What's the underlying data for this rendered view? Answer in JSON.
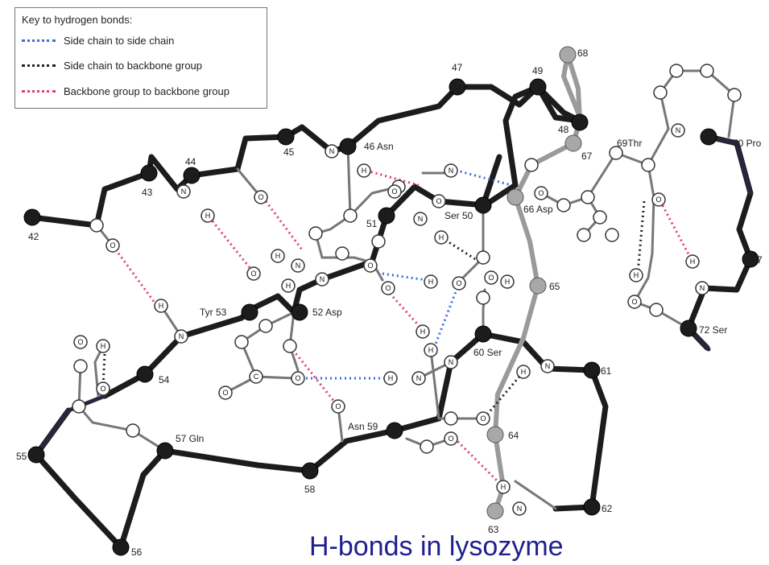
{
  "key": {
    "title": "Key to hydrogen bonds:",
    "items": [
      {
        "label": "Side chain to side chain",
        "color": "#3a6fd8"
      },
      {
        "label": "Side chain to backbone group",
        "color": "#222222"
      },
      {
        "label": "Backbone group to backbone group",
        "color": "#e0406a"
      }
    ]
  },
  "caption": "H-bonds in lysozyme",
  "residue_labels": [
    "42",
    "43",
    "44",
    "45",
    "46 Asn",
    "47",
    "49",
    "48",
    "68",
    "67",
    "69Thr",
    "70 Pro",
    "7",
    "51",
    "Ser 50",
    "66 Asp",
    "65",
    "Tyr 53",
    "52 Asp",
    "54",
    "60 Ser",
    "61",
    "72 Ser",
    "Asn 59",
    "57 Gln",
    "55",
    "56",
    "58",
    "64",
    "62",
    "63"
  ],
  "colors": {
    "backbone": "#1c1c1c",
    "secondary": "#9a9a9a",
    "navy": "#262640",
    "caption": "#1f1f8f"
  }
}
